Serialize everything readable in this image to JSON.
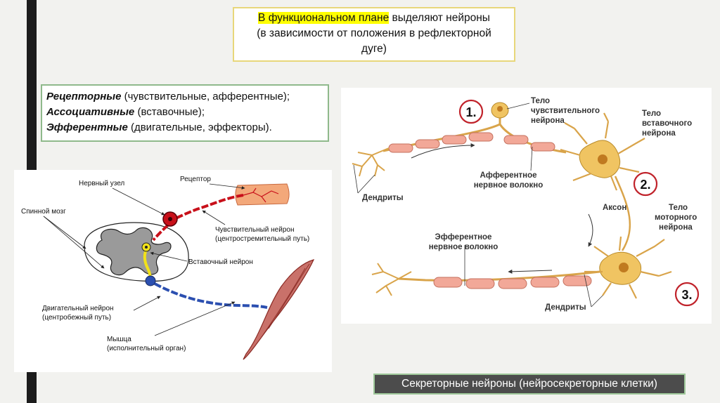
{
  "title": {
    "highlight": "В функциональном плане",
    "rest": " выделяют нейроны",
    "line2": "(в зависимости от положения в рефлекторной",
    "line3": "дуге)"
  },
  "types": [
    {
      "term": "Рецепторные",
      "desc": " (чувствительные, афферентные);"
    },
    {
      "term": "Ассоциативные",
      "desc": " (вставочные);"
    },
    {
      "term": "Эфферентные",
      "desc": " (двигательные, эффекторы)."
    }
  ],
  "left_diagram": {
    "ganglion": "Нервный узел",
    "receptor": "Рецептор",
    "spinal_cord": "Спинной мозг",
    "sensory_1": "Чувствительный нейрон",
    "sensory_2": "(центростремительный путь)",
    "interneuron": "Вставочный нейрон",
    "motor_1": "Двигательный нейрон",
    "motor_2": "(центробежный путь)",
    "muscle_1": "Мышца",
    "muscle_2": "(исполнительный орган)"
  },
  "right_diagram": {
    "num1": "1.",
    "num2": "2.",
    "num3": "3.",
    "sensory_body_1": "Тело",
    "sensory_body_2": "чувствительного",
    "sensory_body_3": "нейрона",
    "inter_body_1": "Тело",
    "inter_body_2": "вставочного",
    "inter_body_3": "нейрона",
    "dendrites_top": "Дендриты",
    "afferent_1": "Афферентное",
    "afferent_2": "нервное волокно",
    "axon": "Аксон",
    "motor_body_1": "Тело",
    "motor_body_2": "моторного",
    "motor_body_3": "нейрона",
    "efferent_1": "Эфферентное",
    "efferent_2": "нервное волокно",
    "dendrites_bottom": "Дендриты"
  },
  "secretory": "Секреторные нейроны (нейросекреторные клетки)",
  "colors": {
    "sensory": "#c8101a",
    "motor": "#2b4fb0",
    "interneuron": "#f2e21a",
    "myelin": "#f2a898",
    "soma": "#f0c462"
  }
}
